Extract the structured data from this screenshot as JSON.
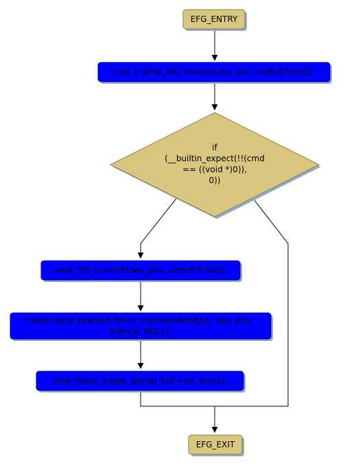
{
  "diagram": {
    "colors": {
      "terminal_fill": "#d9c77f",
      "terminal_stroke": "#8d7f45",
      "statement_fill": "#0000ff",
      "statement_stroke": "#00008b",
      "decision_fill": "#d9c77f",
      "decision_stroke": "#8d7f45",
      "shadow": "#8fa8cc",
      "edge": "#000000"
    },
    "nodes": {
      "entry": {
        "label": "EFG_ENTRY"
      },
      "reserve": {
        "label": "cmd = vmw_fifo_reserve(dev_priv, sizeof(*cmd));"
      },
      "condition": {
        "lines": [
          "if",
          "(__builtin_expect(!!(cmd",
          "== ((void *)0)),",
          "0))"
        ]
      },
      "commit": {
        "label": "vmw_fifo_commit(dev_priv, sizeof(*cmd));"
      },
      "fence_cmds": {
        "lines": [
          "(void) vmw_execbuf_fence_commands(NULL, dev_priv,",
          "&fence, NULL);"
        ]
      },
      "fence_single": {
        "label": "vmw_fence_single_bo(val_buf->bo, fence);"
      },
      "exit": {
        "label": "EFG_EXIT"
      }
    }
  }
}
